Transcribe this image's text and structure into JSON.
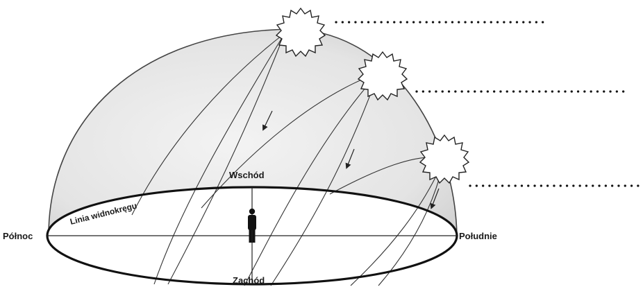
{
  "directions": {
    "north": "Północ",
    "south": "Południe",
    "east": "Wschód",
    "west": "Zachód"
  },
  "horizon_label": "Linia widnokręgu",
  "suns": [
    {
      "name": "sun-high",
      "icon": "sun-icon"
    },
    {
      "name": "sun-middle",
      "icon": "sun-icon"
    },
    {
      "name": "sun-low",
      "icon": "sun-icon"
    }
  ],
  "answer_lines": [
    "",
    "",
    ""
  ],
  "observer_icon": "person-icon"
}
